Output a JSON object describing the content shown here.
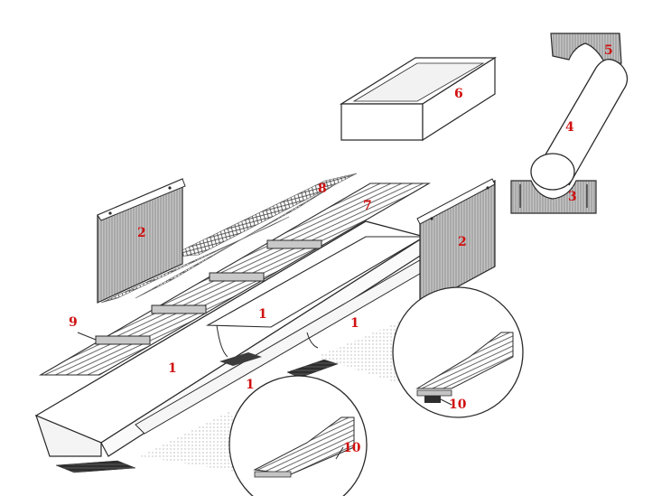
{
  "diagram": {
    "colors": {
      "label": "#d01010",
      "line": "#2a2a2a",
      "fill": "#ffffff",
      "panel": "#b8b8b8",
      "dark": "#3c3c3c"
    },
    "labels": {
      "gutter_left": "1",
      "gutter_mid": "1",
      "gutter_lower": "1",
      "gutter_right": "1",
      "end_plate_left": "2",
      "end_plate_right": "2",
      "pipe_clamp_lower": "3",
      "pipe": "4",
      "pipe_clamp_upper": "5",
      "box": "6",
      "grating": "7",
      "mesh": "8",
      "crossbar": "9",
      "detail_upper": "10",
      "detail_lower": "10"
    }
  }
}
